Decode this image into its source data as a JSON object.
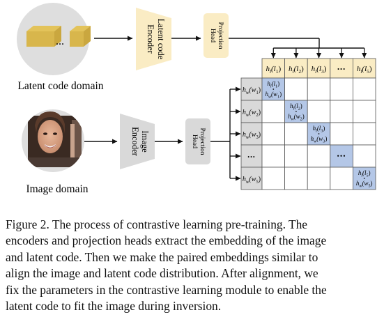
{
  "latent_domain": {
    "label": "Latent code domain",
    "dots": "...",
    "colors": {
      "code_top": "#e3c35a",
      "code_side": "#caa73f",
      "code_front": "#d8b64c",
      "domain_circle": "#dedede"
    }
  },
  "image_domain": {
    "label": "Image domain"
  },
  "latent_encoder": {
    "label_line1": "Latent code",
    "label_line2": "Encoder",
    "color": "#faecc4"
  },
  "latent_projection": {
    "label_line1": "Projection",
    "label_line2": "Head",
    "color": "#faecc4"
  },
  "image_encoder": {
    "label_line1": "Image",
    "label_line2": "Encoder",
    "color": "#d9d9d9"
  },
  "image_projection": {
    "label_line1": "Projection",
    "label_line2": "Head",
    "color": "#d9d9d9"
  },
  "matrix": {
    "header_labels": [
      {
        "main": "h",
        "sub": "l",
        "arg": "(l",
        "argsub": "1",
        "close": ")"
      },
      {
        "main": "h",
        "sub": "l",
        "arg": "(l",
        "argsub": "2",
        "close": ")"
      },
      {
        "main": "h",
        "sub": "l",
        "arg": "(l",
        "argsub": "3",
        "close": ")"
      },
      {
        "dots": "•••"
      },
      {
        "main": "h",
        "sub": "l",
        "arg": "(l",
        "argsub": "5",
        "close": ")"
      }
    ],
    "row_labels": [
      {
        "main": "h",
        "sub": "w",
        "arg": "(w",
        "argsub": "1",
        "close": ")"
      },
      {
        "main": "h",
        "sub": "w",
        "arg": "(w",
        "argsub": "2",
        "close": ")"
      },
      {
        "main": "h",
        "sub": "w",
        "arg": "(w",
        "argsub": "3",
        "close": ")"
      },
      {
        "dots": "•••"
      },
      {
        "main": "h",
        "sub": "w",
        "arg": "(w",
        "argsub": "5",
        "close": ")"
      }
    ],
    "diagonal_cells": [
      {
        "top": {
          "main": "h",
          "sub": "l",
          "arg": "(l",
          "argsub": "1",
          "close": ")"
        },
        "bottom": {
          "main": "h",
          "sub": "w",
          "arg": "(w",
          "argsub": "1",
          "close": ")"
        }
      },
      {
        "top": {
          "main": "h",
          "sub": "l",
          "arg": "(l",
          "argsub": "2",
          "close": ")"
        },
        "bottom": {
          "main": "h",
          "sub": "w",
          "arg": "(w",
          "argsub": "2",
          "close": ")"
        }
      },
      {
        "top": {
          "main": "h",
          "sub": "l",
          "arg": "(l",
          "argsub": "3",
          "close": ")"
        },
        "bottom": {
          "main": "h",
          "sub": "w",
          "arg": "(w",
          "argsub": "3",
          "close": ")"
        }
      },
      {
        "dots": "•••"
      },
      {
        "top": {
          "main": "h",
          "sub": "l",
          "arg": "(l",
          "argsub": "5",
          "close": ")"
        },
        "bottom": {
          "main": "h",
          "sub": "w",
          "arg": "(w",
          "argsub": "5",
          "close": ")"
        }
      }
    ],
    "colors": {
      "header_bg": "#faecc4",
      "row_bg": "#d9d9d9",
      "diag_bg": "#b4c7e7",
      "grid": "#555555"
    }
  },
  "caption": {
    "lines": [
      "Figure 2. The process of contrastive learning pre-training. The",
      "encoders and projection heads extract the embedding of the image",
      "and latent code. Then we make the paired embeddings similar to",
      "align the image and latent code distribution. After alignment, we",
      "fix the parameters in the contrastive learning module to enable the",
      "latent code to fit the image during inversion."
    ]
  }
}
